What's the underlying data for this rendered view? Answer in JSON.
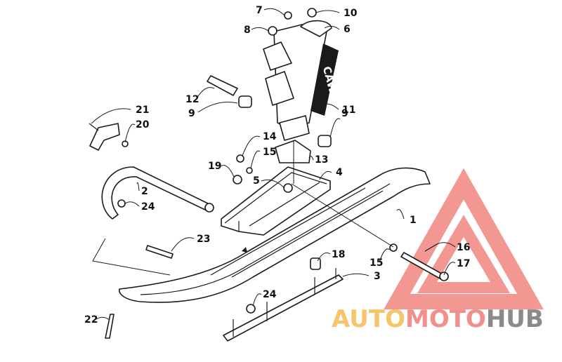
{
  "callouts": [
    "1",
    "2",
    "3",
    "4",
    "5",
    "6",
    "7",
    "8",
    "9",
    "9",
    "10",
    "11",
    "12",
    "13",
    "14",
    "15",
    "15",
    "16",
    "17",
    "18",
    "19",
    "20",
    "21",
    "22",
    "23",
    "24",
    "24"
  ],
  "decal_text": "CAWS",
  "watermark": {
    "part1": "AUTO",
    "part2": "MOTO",
    "part3": "HUB",
    "color_auto": "#f6c46a",
    "color_moto": "#f1908a",
    "color_hub": "#8a8a8a",
    "triangle_color": "#f2867f"
  }
}
